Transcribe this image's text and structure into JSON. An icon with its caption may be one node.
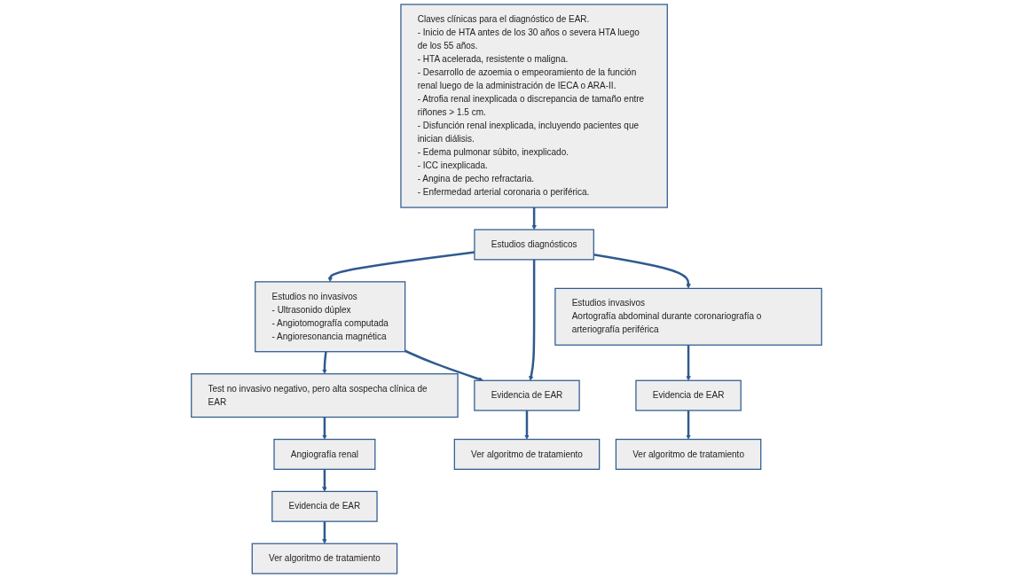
{
  "diagram": {
    "nodes": [
      {
        "text": [
          "Claves clínicas para el diagnóstico de EAR.",
          "- Inicio de HTA antes de los 30 años o severa HTA luego de los 55 años.",
          "- HTA acelerada, resistente o maligna.",
          "- Desarrollo de azoemia o empeoramiento de la función renal luego de la administración de IECA o ARA-II.",
          "- Atrofia renal inexplicada o discrepancia de tamaño entre riñones > 1.5 cm.",
          "- Disfunción renal inexplicada, incluyendo pacientes que inician diálisis.",
          "- Edema pulmonar súbito, inexplicado.",
          "- ICC inexplicada.",
          "- Angina de pecho refractaria.",
          "- Enfermedad arterial coronaria o periférica."
        ]
      },
      {
        "text": [
          "Estudios diagnósticos"
        ]
      },
      {
        "text": [
          "Estudios no invasivos",
          "- Ultrasonido dúplex",
          "- Angiotomografía computada",
          "- Angioresonancia magnética"
        ]
      },
      {
        "text": [
          "Estudios invasivos",
          "Aortografía abdominal durante coronariografía o arteriografía periférica"
        ]
      },
      {
        "text": [
          "Test no invasivo negativo, pero alta sospecha clínica de EAR"
        ]
      },
      {
        "text": [
          "Angiografía renal"
        ]
      },
      {
        "text": [
          "Evidencia de EAR"
        ]
      },
      {
        "text": [
          "Ver algoritmo de tratamiento"
        ]
      },
      {
        "text": [
          "Evidencia de EAR"
        ]
      },
      {
        "text": [
          "Ver algoritmo de tratamiento"
        ]
      },
      {
        "text": [
          "Evidencia de EAR"
        ]
      },
      {
        "text": [
          "Ver algoritmo de tratamiento"
        ]
      }
    ],
    "edges": [
      {
        "from": 0,
        "to": 1,
        "arrow": "to"
      },
      {
        "from": 1,
        "to": 2,
        "arrow": "to"
      },
      {
        "from": 1,
        "to": 3,
        "arrow": "to"
      },
      {
        "from": 2,
        "to": 4,
        "arrow": "to"
      },
      {
        "from": 2,
        "to": 8,
        "arrow": "to"
      },
      {
        "from": 4,
        "to": 5,
        "arrow": "to"
      },
      {
        "from": 5,
        "to": 6,
        "arrow": "to"
      },
      {
        "from": 6,
        "to": 7,
        "arrow": "to"
      },
      {
        "from": 1,
        "to": 8,
        "arrow": "to"
      },
      {
        "from": 8,
        "to": 9,
        "arrow": "to"
      },
      {
        "from": 3,
        "to": 10,
        "arrow": "to"
      },
      {
        "from": 10,
        "to": 11,
        "arrow": "to"
      }
    ]
  }
}
